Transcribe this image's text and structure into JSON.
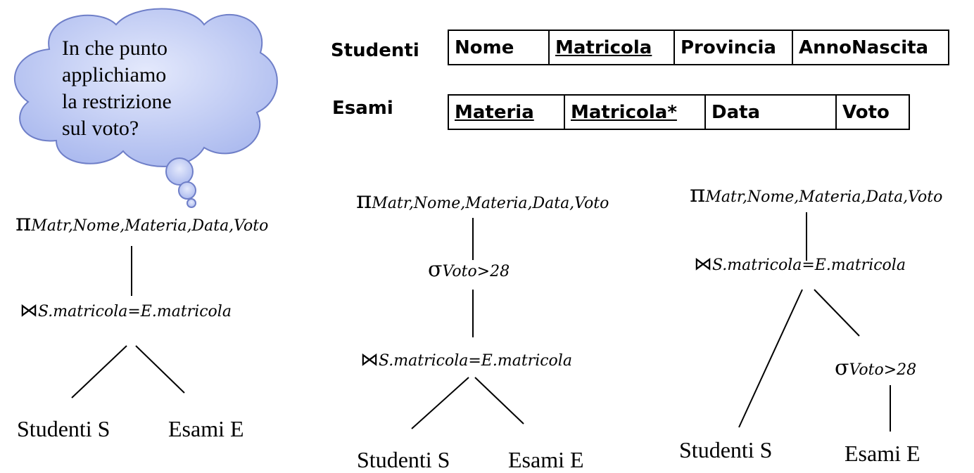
{
  "thought_bubble": {
    "lines": [
      "In che punto",
      "applichiamo",
      "la restrizione",
      "sul voto?"
    ]
  },
  "schemas": [
    {
      "name": "Studenti",
      "attributes": [
        {
          "label": "Nome",
          "key": false
        },
        {
          "label": "Matricola",
          "key": true
        },
        {
          "label": "Provincia",
          "key": false
        },
        {
          "label": "AnnoNascita",
          "key": false
        }
      ]
    },
    {
      "name": "Esami",
      "attributes": [
        {
          "label": "Materia",
          "key": true
        },
        {
          "label": "Matricola*",
          "key": true
        },
        {
          "label": "Data",
          "key": false
        },
        {
          "label": "Voto",
          "key": false
        }
      ]
    }
  ],
  "operators": {
    "pi_symbol": "π",
    "sigma_symbol": "σ",
    "join_symbol": "⋈",
    "projection_subscript": "Matr,Nome,Materia,Data,Voto",
    "selection_subscript": "Voto>28",
    "join_subscript": "S.matricola=E.matricola"
  },
  "leaves": {
    "left": "Studenti S",
    "right": "Esami E"
  },
  "colors": {
    "bubble_fill": "#a9b8ee",
    "bubble_stroke": "#6f7fc8",
    "line": "#000000"
  }
}
